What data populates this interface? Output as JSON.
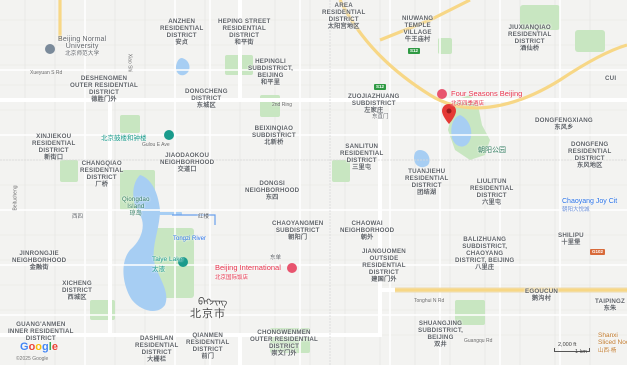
{
  "districts": [
    {
      "id": "anzhen",
      "en": "ANZHEN\nRESIDENTIAL\nDISTRICT",
      "cn": "安贞"
    },
    {
      "id": "heping-street",
      "en": "HEPING STREET\nRESIDENTIAL\nDISTRICT",
      "cn": "和平街"
    },
    {
      "id": "area-residential",
      "en": "AREA\nRESIDENTIAL\nDISTRICT",
      "cn": "太阳宫地区"
    },
    {
      "id": "niuwang",
      "en": "NIUWANG\nTEMPLE\nVILLAGE",
      "cn": "牛王庙村"
    },
    {
      "id": "jiuxianqiao",
      "en": "JIUXIANQIAO\nRESIDENTIAL\nDISTRICT",
      "cn": "酒仙桥"
    },
    {
      "id": "deshengmen",
      "en": "DESHENGMEN\nOUTER RESIDENTIAL\nDISTRICT",
      "cn": "德胜门外"
    },
    {
      "id": "hepingli",
      "en": "HEPINGLI\nSUBDISTRICT,\nBEIJING",
      "cn": "和平里"
    },
    {
      "id": "dongcheng",
      "en": "DONGCHENG\nDISTRICT",
      "cn": "东城区"
    },
    {
      "id": "zuojiazhuang",
      "en": "ZUOJIAZHUANG\nSUBDISTRICT",
      "cn": "左家庄"
    },
    {
      "id": "xinjiekou",
      "en": "XINJIEKOU\nRESIDENTIAL\nDISTRICT",
      "cn": "新街口"
    },
    {
      "id": "beixinqiao",
      "en": "BEIXINQIAO\nSUBDISTRICT",
      "cn": "北新桥"
    },
    {
      "id": "sanlitun",
      "en": "SANLITUN\nRESIDENTIAL\nDISTRICT",
      "cn": "三里屯"
    },
    {
      "id": "dongfengxiang",
      "en": "DONGFENGXIANG",
      "cn": "东风乡"
    },
    {
      "id": "dongfeng",
      "en": "DONGFENG\nRESIDENTIAL\nDISTRICT",
      "cn": "东风地区"
    },
    {
      "id": "changqiao",
      "en": "CHANGQIAO\nRESIDENTIAL\nDISTRICT",
      "cn": "厂桥"
    },
    {
      "id": "jiaodaokou",
      "en": "JIAODAOKOU\nNEIGHBORHOOD",
      "cn": "交道口"
    },
    {
      "id": "tuanjiehu",
      "en": "TUANJIEHU\nRESIDENTIAL\nDISTRICT",
      "cn": "团结湖"
    },
    {
      "id": "liulitun",
      "en": "LIULITUN\nRESIDENTIAL\nDISTRICT",
      "cn": "六里屯"
    },
    {
      "id": "dongsi",
      "en": "DONGSI\nNEIGHBORHOOD",
      "cn": "东四"
    },
    {
      "id": "chaoyangmen",
      "en": "CHAOYANGMEN\nSUBDISTRICT",
      "cn": "朝阳门"
    },
    {
      "id": "chaowai",
      "en": "CHAOWAI\nNEIGHBORHOOD",
      "cn": "朝外"
    },
    {
      "id": "jianguomen",
      "en": "JIANGUOMEN\nOUTSIDE\nRESIDENTIAL\nDISTRICT",
      "cn": "建国门外"
    },
    {
      "id": "balizhuang",
      "en": "BALIZHUANG\nSUBDISTRICT,\nCHAOYANG\nDISTRICT, BEIJING",
      "cn": "八里庄"
    },
    {
      "id": "shilipu",
      "en": "SHILIPU",
      "cn": "十里堡"
    },
    {
      "id": "jinrongjie",
      "en": "JINRONGJIE\nNEIGHBORHOOD",
      "cn": "金融街"
    },
    {
      "id": "xicheng",
      "en": "XICHENG\nDISTRICT",
      "cn": "西城区"
    },
    {
      "id": "egoucun",
      "en": "EGOUCUN",
      "cn": "鹅沟村"
    },
    {
      "id": "taipingzhuang",
      "en": "TAIPINGZ",
      "cn": "东朱"
    },
    {
      "id": "guang-anmen",
      "en": "GUANG'ANMEN\nINNER RESIDENTIAL\nDISTRICT",
      "cn": ""
    },
    {
      "id": "dashilan",
      "en": "DASHILAN\nRESIDENTIAL\nDISTRICT",
      "cn": "大栅栏"
    },
    {
      "id": "qianmen",
      "en": "QIANMEN\nRESIDENTIAL\nDISTRICT",
      "cn": "前门"
    },
    {
      "id": "chongwenmen",
      "en": "CHONGWENMEN\nOUTER RESIDENTIAL\nDISTRICT",
      "cn": "崇文门外"
    },
    {
      "id": "shuangjing",
      "en": "SHUANGJING\nSUBDISTRICT,\nBEIJING",
      "cn": "双井"
    },
    {
      "id": "cuigezhuang",
      "en": "CUI",
      "cn": ""
    }
  ],
  "pois": {
    "bnu": {
      "en": "Beijing Normal\nUniversity",
      "cn": "北京师范大学"
    },
    "four_seasons": {
      "en": "Four Seasons Beijing",
      "cn": "北京四季酒店"
    },
    "drum_tower": {
      "cn": "北京鼓楼和钟楼",
      "en": "Gulou E Ave"
    },
    "qiongdao": {
      "en": "Qiongdao\nIsland",
      "cn": "琼岛"
    },
    "tongzi": {
      "en": "Tongzi River"
    },
    "taiyi": {
      "en": "Taiye Lake",
      "cn": "太液"
    },
    "beijing_international": {
      "en": "Beijing International",
      "cn": "北京国际饭店"
    },
    "chaoyang_joy": {
      "en": "Chaoyang Joy Cit",
      "cn": "朝阳大悦城"
    },
    "shanxi": {
      "en": "Shanxi\nSliced Noo",
      "cn": "山西·杨"
    },
    "chaoyang_park": {
      "cn": "朝阳公园"
    }
  },
  "roads": {
    "ring2": "2nd Ring",
    "xueyuan": "Xueyuan S Rd",
    "xiaoshi": "Xiao Shi",
    "dongzhimen": "东直门",
    "chaoyangmen_road": "东单",
    "hong": "红楼",
    "xisi": "西四",
    "tonghui": "Tonghui N Rd",
    "guangqu": "Guangqu Rd",
    "g102": "G102",
    "s12": "S12",
    "g3": "G3",
    "beitucheng": "Beitucheng"
  },
  "city": {
    "label": "北京市",
    "script": "ᠪᠡᠭᠵᠢᠩ"
  },
  "footer": {
    "logo": "Google",
    "copyright": "©2025 Google",
    "scale_label": "2,000 ft",
    "scale_label2": "1 km"
  },
  "colors": {
    "background": "#f3f3f1",
    "park": "#c8e6c1",
    "water": "#a7cef3",
    "major_road": "#ffffff",
    "highway": "#f7d786",
    "pin": "#e53935"
  }
}
